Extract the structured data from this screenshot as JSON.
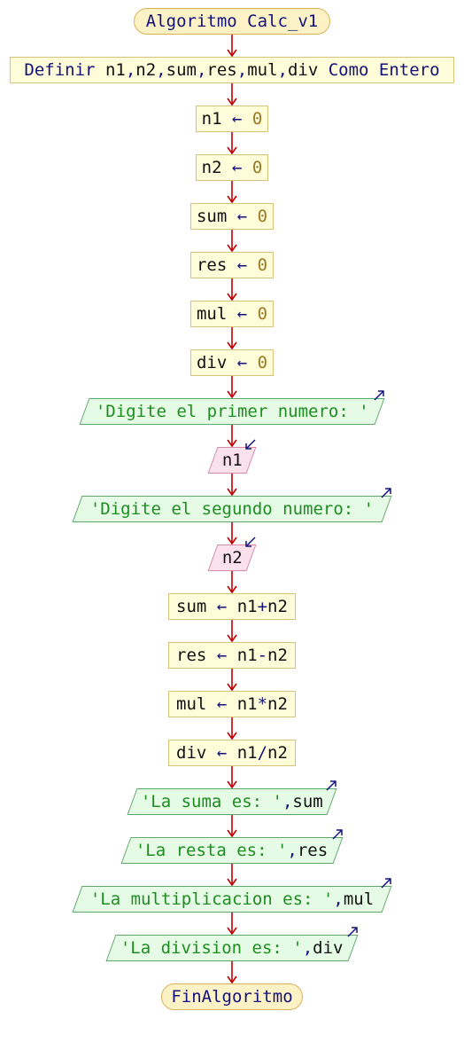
{
  "diagram": {
    "nodes": [
      {
        "kind": "term",
        "parts": [
          {
            "c": "kw",
            "t": "Algoritmo Calc_v1"
          }
        ]
      },
      {
        "kind": "proc",
        "parts": [
          {
            "c": "kw",
            "t": "Definir "
          },
          {
            "c": "var",
            "t": "n1"
          },
          {
            "c": "kw",
            "t": ","
          },
          {
            "c": "var",
            "t": "n2"
          },
          {
            "c": "kw",
            "t": ","
          },
          {
            "c": "var",
            "t": "sum"
          },
          {
            "c": "kw",
            "t": ","
          },
          {
            "c": "var",
            "t": "res"
          },
          {
            "c": "kw",
            "t": ","
          },
          {
            "c": "var",
            "t": "mul"
          },
          {
            "c": "kw",
            "t": ","
          },
          {
            "c": "var",
            "t": "div"
          },
          {
            "c": "kw",
            "t": " Como Entero"
          }
        ]
      },
      {
        "kind": "proc",
        "parts": [
          {
            "c": "var",
            "t": "n1 "
          },
          {
            "c": "op",
            "t": "←"
          },
          {
            "c": "num",
            "t": " 0"
          }
        ]
      },
      {
        "kind": "proc",
        "parts": [
          {
            "c": "var",
            "t": "n2 "
          },
          {
            "c": "op",
            "t": "←"
          },
          {
            "c": "num",
            "t": " 0"
          }
        ]
      },
      {
        "kind": "proc",
        "parts": [
          {
            "c": "var",
            "t": "sum "
          },
          {
            "c": "op",
            "t": "←"
          },
          {
            "c": "num",
            "t": " 0"
          }
        ]
      },
      {
        "kind": "proc",
        "parts": [
          {
            "c": "var",
            "t": "res "
          },
          {
            "c": "op",
            "t": "←"
          },
          {
            "c": "num",
            "t": " 0"
          }
        ]
      },
      {
        "kind": "proc",
        "parts": [
          {
            "c": "var",
            "t": "mul "
          },
          {
            "c": "op",
            "t": "←"
          },
          {
            "c": "num",
            "t": " 0"
          }
        ]
      },
      {
        "kind": "proc",
        "parts": [
          {
            "c": "var",
            "t": "div "
          },
          {
            "c": "op",
            "t": "←"
          },
          {
            "c": "num",
            "t": " 0"
          }
        ]
      },
      {
        "kind": "out",
        "parts": [
          {
            "c": "str",
            "t": "'Digite el primer numero: '"
          }
        ]
      },
      {
        "kind": "in",
        "parts": [
          {
            "c": "var",
            "t": "n1"
          }
        ]
      },
      {
        "kind": "out",
        "parts": [
          {
            "c": "str",
            "t": "'Digite el segundo numero: '"
          }
        ]
      },
      {
        "kind": "in",
        "parts": [
          {
            "c": "var",
            "t": "n2"
          }
        ]
      },
      {
        "kind": "proc",
        "parts": [
          {
            "c": "var",
            "t": "sum "
          },
          {
            "c": "op",
            "t": "←"
          },
          {
            "c": "var",
            "t": " n1"
          },
          {
            "c": "op",
            "t": "+"
          },
          {
            "c": "var",
            "t": "n2"
          }
        ]
      },
      {
        "kind": "proc",
        "parts": [
          {
            "c": "var",
            "t": "res "
          },
          {
            "c": "op",
            "t": "←"
          },
          {
            "c": "var",
            "t": " n1"
          },
          {
            "c": "op",
            "t": "-"
          },
          {
            "c": "var",
            "t": "n2"
          }
        ]
      },
      {
        "kind": "proc",
        "parts": [
          {
            "c": "var",
            "t": "mul "
          },
          {
            "c": "op",
            "t": "←"
          },
          {
            "c": "var",
            "t": " n1"
          },
          {
            "c": "op",
            "t": "*"
          },
          {
            "c": "var",
            "t": "n2"
          }
        ]
      },
      {
        "kind": "proc",
        "parts": [
          {
            "c": "var",
            "t": "div "
          },
          {
            "c": "op",
            "t": "←"
          },
          {
            "c": "var",
            "t": " n1"
          },
          {
            "c": "op",
            "t": "/"
          },
          {
            "c": "var",
            "t": "n2"
          }
        ]
      },
      {
        "kind": "out",
        "parts": [
          {
            "c": "str",
            "t": "'La suma es: '"
          },
          {
            "c": "kw",
            "t": ","
          },
          {
            "c": "var",
            "t": "sum"
          }
        ]
      },
      {
        "kind": "out",
        "parts": [
          {
            "c": "str",
            "t": "'La resta es: '"
          },
          {
            "c": "kw",
            "t": ","
          },
          {
            "c": "var",
            "t": "res"
          }
        ]
      },
      {
        "kind": "out",
        "parts": [
          {
            "c": "str",
            "t": "'La multiplicacion es: '"
          },
          {
            "c": "kw",
            "t": ","
          },
          {
            "c": "var",
            "t": "mul"
          }
        ]
      },
      {
        "kind": "out",
        "parts": [
          {
            "c": "str",
            "t": "'La division es: '"
          },
          {
            "c": "kw",
            "t": ","
          },
          {
            "c": "var",
            "t": "div"
          }
        ]
      },
      {
        "kind": "term",
        "parts": [
          {
            "c": "kw",
            "t": "FinAlgoritmo"
          }
        ]
      }
    ]
  },
  "colors": {
    "arrow": "#c00000",
    "keyword": "#12127a",
    "string": "#1d8d20",
    "number": "#9b7a24",
    "io_icon": "#12127a"
  }
}
